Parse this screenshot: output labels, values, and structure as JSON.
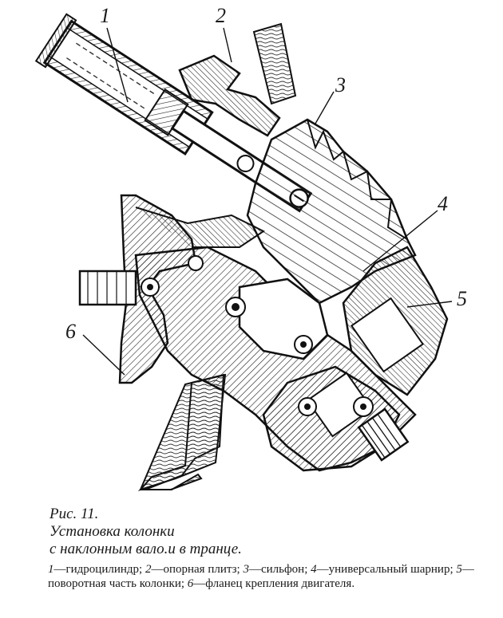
{
  "figure": {
    "callouts": [
      "1",
      "2",
      "3",
      "4",
      "5",
      "6"
    ],
    "caption": {
      "number": "Рис. 11.",
      "line1": "Установка колонки",
      "line2": "с наклонным вало.и в транце."
    },
    "legend": [
      {
        "num": "1",
        "text": "—гидроцилиндр; "
      },
      {
        "num": "2",
        "text": "—опорная плитз; "
      },
      {
        "num": "3",
        "text": "—сильфон; "
      },
      {
        "num": "4",
        "text": "—универсальный шарнир; "
      },
      {
        "num": "5",
        "text": "—поворотная часть колонки; "
      },
      {
        "num": "6",
        "text": "—фланец крепления двигателя."
      }
    ]
  }
}
